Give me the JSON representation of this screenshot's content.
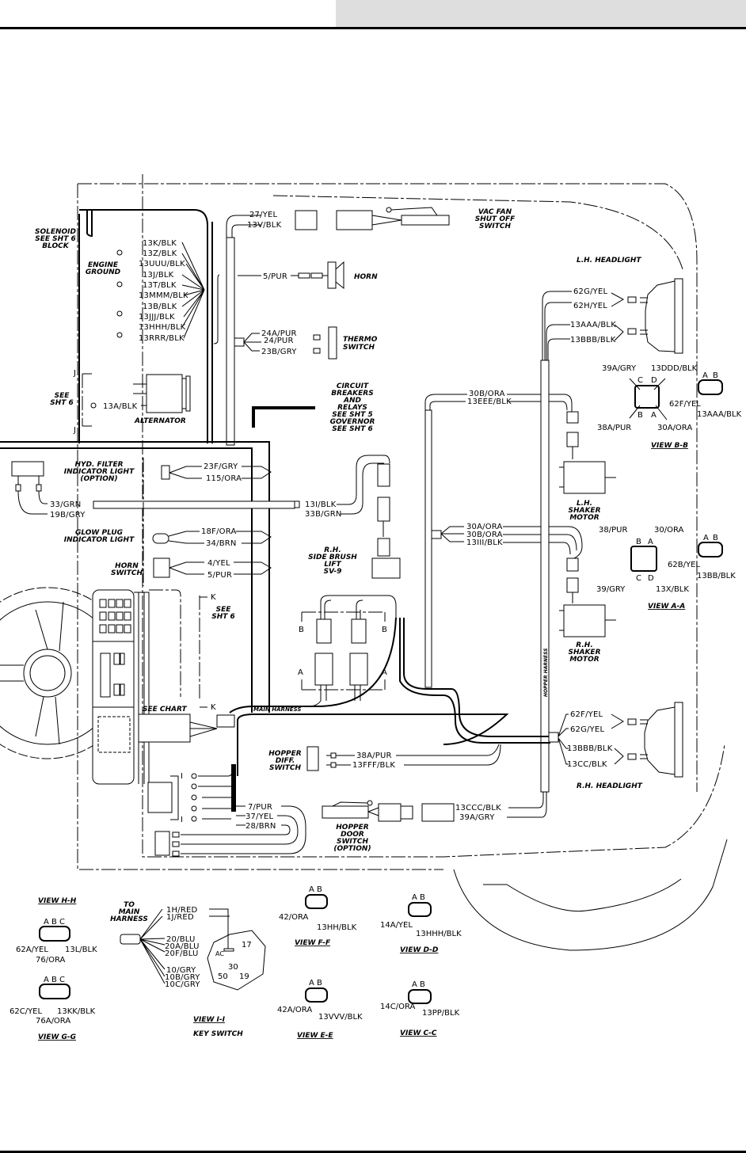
{
  "page": {
    "header_band_color": "#dedede",
    "rule_color": "#000000"
  },
  "engine_area": {
    "solenoid": [
      "SOLENOID",
      "SEE SHT 6",
      "BLOCK"
    ],
    "engine_ground": [
      "ENGINE",
      "GROUND"
    ],
    "ground_wires": [
      "13K/BLK",
      "13Z/BLK",
      "13UUU/BLK",
      "13J/BLK",
      "13T/BLK",
      "13MMM/BLK",
      "13B/BLK",
      "13JJJ/BLK",
      "13HHH/BLK",
      "13RRR/BLK"
    ],
    "see_sht": [
      "SEE",
      "SHT 6"
    ],
    "j_marker": "J",
    "alternator_wire": "13A/BLK",
    "alternator": "ALTERNATOR"
  },
  "top_components": {
    "vac_wires": [
      "27/YEL",
      "13V/BLK"
    ],
    "vac_fan": [
      "VAC FAN",
      "SHUT OFF",
      "SWITCH"
    ],
    "horn_wire": "5/PUR",
    "horn": "HORN",
    "thermo_wires": [
      "24A/PUR",
      "24/PUR",
      "23B/GRY"
    ],
    "thermo": [
      "THERMO",
      "SWITCH"
    ],
    "circuit": [
      "CIRCUIT",
      "BREAKERS",
      "AND",
      "RELAYS",
      "SEE SHT 5",
      "GOVERNOR",
      "SEE SHT 6"
    ]
  },
  "left_dash": {
    "hyd_filter": [
      "HYD. FILTER",
      "INDICATOR LIGHT",
      "(OPTION)"
    ],
    "hyd_wires": [
      "23F/GRY",
      "115/ORA"
    ],
    "left_light_wires": [
      "33/GRN",
      "19B/GRY"
    ],
    "glow_plug": [
      "GLOW PLUG",
      "INDICATOR LIGHT"
    ],
    "glow_wires": [
      "18F/ORA",
      "34/BRN"
    ],
    "horn_switch": [
      "HORN",
      "SWITCH"
    ],
    "horn_switch_wires": [
      "4/YEL",
      "5/PUR"
    ],
    "see_sht_k": [
      "SEE",
      "SHT 6"
    ],
    "k_marker": "K",
    "see_chart": "SEE CHART",
    "main_harness": "MAIN HARNESS",
    "i_marker": "I",
    "bottom_wires": [
      "7/PUR",
      "37/YEL",
      "28/BRN"
    ]
  },
  "center": {
    "side_brush_wires": [
      "13I/BLK",
      "33B/GRN"
    ],
    "side_brush": [
      "R.H.",
      "SIDE BRUSH",
      "LIFT",
      "SV-9"
    ],
    "section_a": "A",
    "section_b": "B",
    "hopper_diff": [
      "HOPPER",
      "DIFF.",
      "SWITCH"
    ],
    "hopper_diff_wires": [
      "38A/PUR",
      "13FFF/BLK"
    ],
    "hopper_door": [
      "HOPPER",
      "DOOR",
      "SWITCH",
      "(OPTION)"
    ],
    "hopper_door_wires": [
      "13CCC/BLK",
      "39A/GRY"
    ]
  },
  "right_side": {
    "lh_headlight": "L.H. HEADLIGHT",
    "lh_wires": [
      "62G/YEL",
      "62H/YEL",
      "13AAA/BLK",
      "13BBB/BLK"
    ],
    "upper_branch_wires": [
      "30B/ORA",
      "13EEE/BLK"
    ],
    "mid_branch_wires": [
      "30A/ORA",
      "30B/ORA",
      "13III/BLK"
    ],
    "lh_shaker": [
      "L.H.",
      "SHAKER",
      "MOTOR"
    ],
    "rh_shaker": [
      "R.H.",
      "SHAKER",
      "MOTOR"
    ],
    "hopper_harness": "HOPPER HARNESS",
    "rh_wires": [
      "62F/YEL",
      "62G/YEL",
      "13BBB/BLK",
      "13CC/BLK"
    ],
    "rh_headlight": "R.H. HEADLIGHT"
  },
  "views": {
    "bb": {
      "title": "VIEW B-B",
      "pins4": [
        "C",
        "D",
        "B",
        "A"
      ],
      "wires4": [
        "39A/GRY",
        "13DDD/BLK",
        "38A/PUR",
        "30A/ORA"
      ],
      "pins2": [
        "A",
        "B"
      ],
      "wires2": [
        "62F/YEL",
        "13AAA/BLK"
      ]
    },
    "aa": {
      "title": "VIEW A-A",
      "pins4": [
        "B",
        "A",
        "C",
        "D"
      ],
      "wires4": [
        "38/PUR",
        "30/ORA",
        "39/GRY",
        "13X/BLK"
      ],
      "pins2": [
        "A",
        "B"
      ],
      "wires2": [
        "62B/YEL",
        "13BB/BLK"
      ]
    },
    "hh": {
      "title": "VIEW H-H",
      "pins": "A B C",
      "wires": [
        "62A/YEL",
        "76/ORA",
        "13L/BLK"
      ]
    },
    "gg": {
      "title": "VIEW G-G",
      "pins": "A B C",
      "wires": [
        "62C/YEL",
        "76A/ORA",
        "13KK/BLK"
      ]
    },
    "ii": {
      "title": "VIEW I-I",
      "subtitle": "KEY SWITCH",
      "to_main": [
        "TO",
        "MAIN",
        "HARNESS"
      ],
      "wires": [
        "1H/RED",
        "1J/RED",
        "20/BLU",
        "20A/BLU",
        "20F/BLU",
        "10/GRY",
        "10B/GRY",
        "10C/GRY"
      ],
      "terminals": [
        "AC",
        "30",
        "17",
        "50",
        "19"
      ]
    },
    "ff": {
      "title": "VIEW F-F",
      "pins": "A B",
      "wires": [
        "42/ORA",
        "13HH/BLK"
      ]
    },
    "ee": {
      "title": "VIEW E-E",
      "pins": "A B",
      "wires": [
        "42A/ORA",
        "13VVV/BLK"
      ]
    },
    "dd": {
      "title": "VIEW D-D",
      "pins": "A B",
      "wires": [
        "14A/YEL",
        "13HHH/BLK"
      ]
    },
    "cc": {
      "title": "VIEW C-C",
      "pins": "A B",
      "wires": [
        "14C/ORA",
        "13PP/BLK"
      ]
    }
  }
}
